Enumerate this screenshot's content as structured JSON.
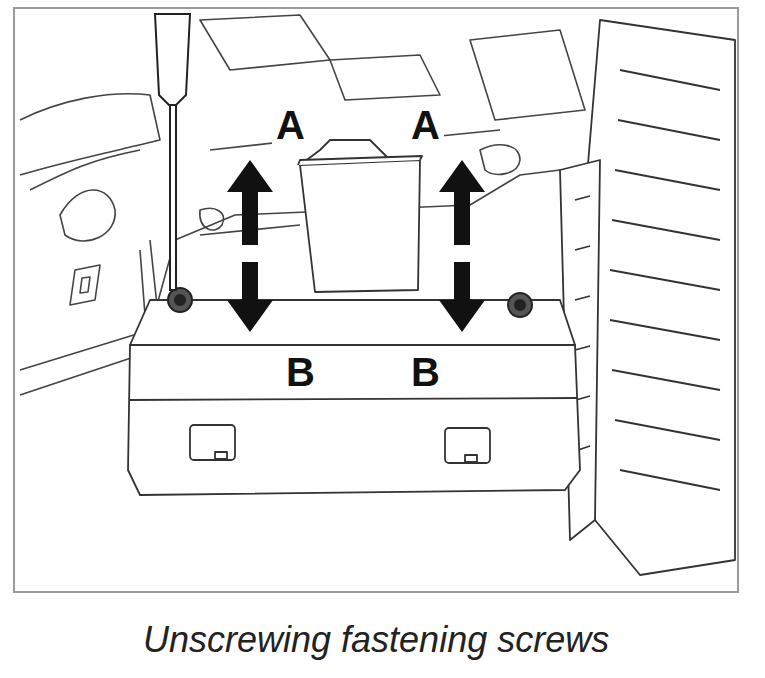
{
  "diagram": {
    "caption": "Unscrewing fastening screws",
    "labels": [
      "A",
      "A",
      "B",
      "B"
    ]
  }
}
